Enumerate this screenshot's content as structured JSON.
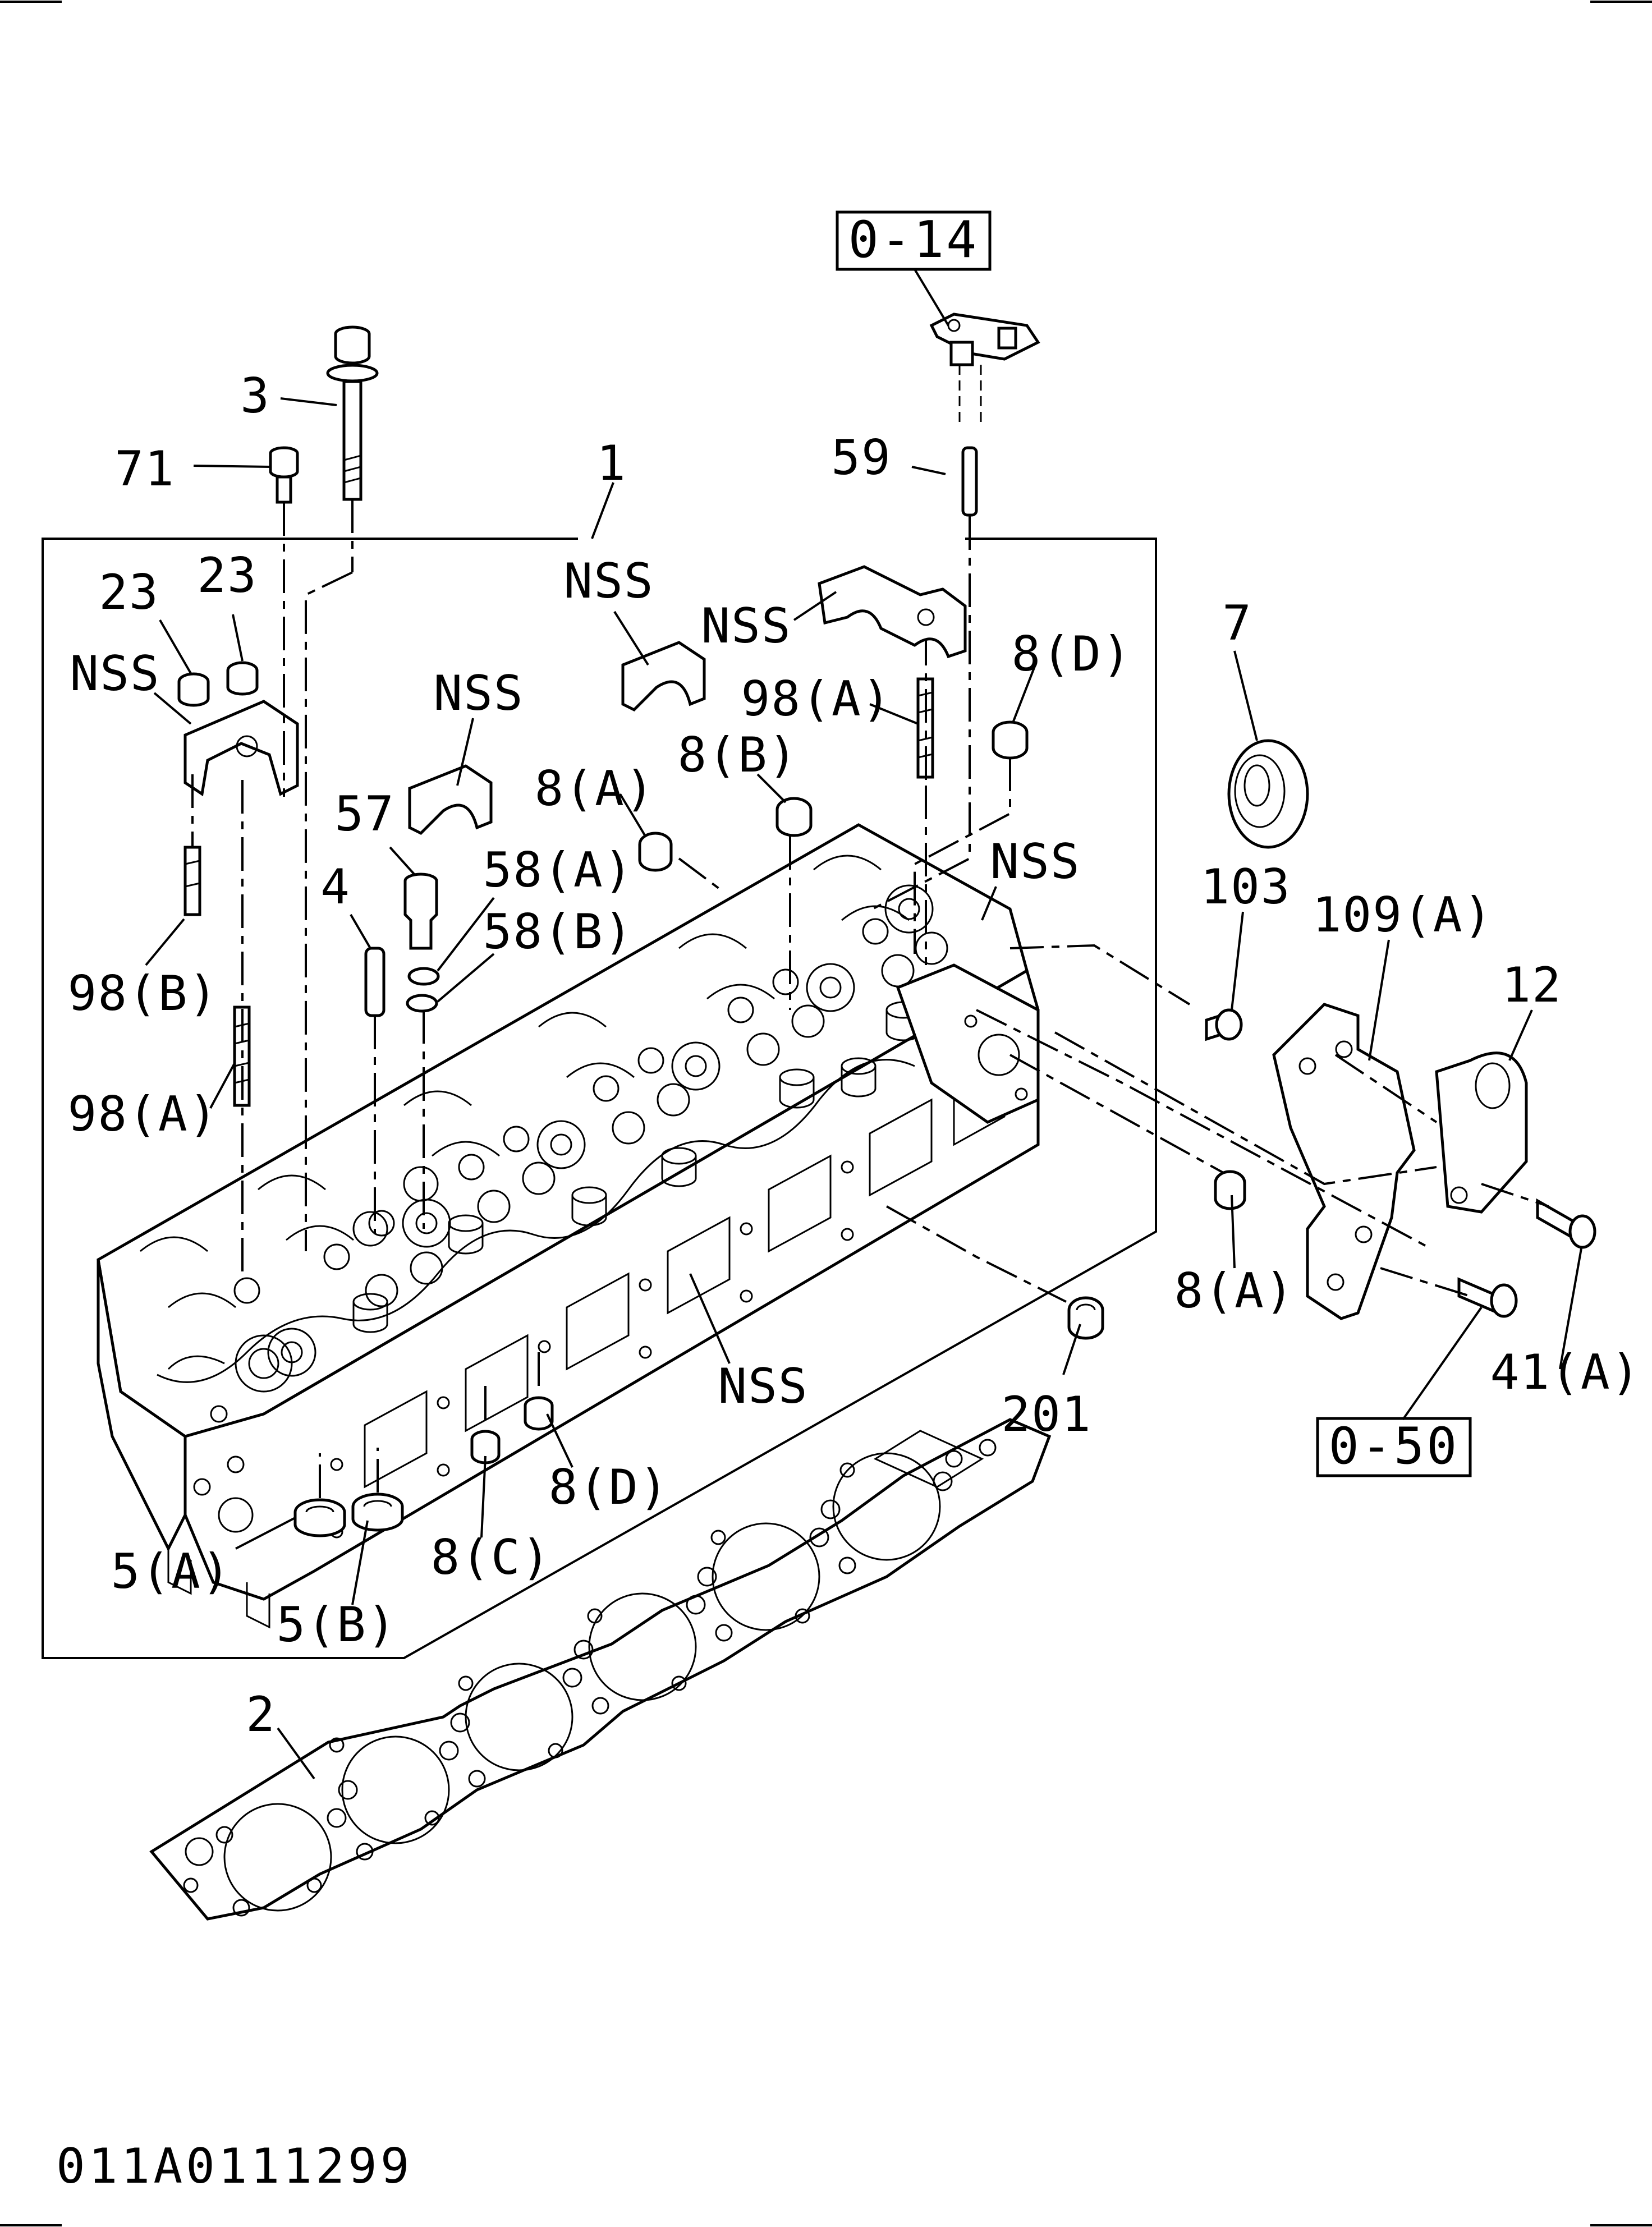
{
  "callouts": {
    "p1": "1",
    "p2": "2",
    "p3": "3",
    "p4": "4",
    "p5a": "5(A)",
    "p5b": "5(B)",
    "p7": "7",
    "p8a_top": "8(A)",
    "p8a_right": "8(A)",
    "p8b": "8(B)",
    "p8c": "8(C)",
    "p8d_top": "8(D)",
    "p8d_bottom": "8(D)",
    "p12": "12",
    "p23_left": "23",
    "p23_right": "23",
    "p41a": "41(A)",
    "p57": "57",
    "p58a": "58(A)",
    "p58b": "58(B)",
    "p59": "59",
    "p71": "71",
    "p98a_left": "98(A)",
    "p98a_right": "98(A)",
    "p98b": "98(B)",
    "p103": "103",
    "p109a": "109(A)",
    "p201": "201",
    "nss_1": "NSS",
    "nss_2": "NSS",
    "nss_3": "NSS",
    "nss_4": "NSS",
    "nss_5": "NSS",
    "nss_6": "NSS"
  },
  "references": {
    "ref_top": "0-14",
    "ref_bottom": "0-50"
  },
  "drawing_code": "011A0111299"
}
